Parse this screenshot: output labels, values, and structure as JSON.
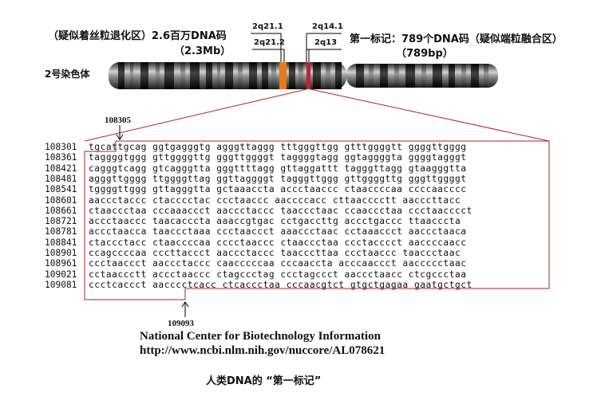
{
  "labels": {
    "left_caption_1": "（疑似着丝粒退化区）2.6百万DNA码",
    "left_caption_2": "（2.3Mb）",
    "right_caption_1": "第一标记：789个DNA码（疑似端粒融合区）",
    "right_caption_2": "（789bp）",
    "band_2q211": "2q21.1",
    "band_2q212": "2q21.2",
    "band_2q141": "2q14.1",
    "band_2q13": "2q13",
    "chromosome_label": "2号染色体",
    "start_position": "108305",
    "end_position": "109093"
  },
  "sequence": {
    "row_numbers": [
      "108301",
      "108361",
      "108421",
      "108481",
      "108541",
      "108601",
      "108661",
      "108721",
      "108781",
      "108841",
      "108901",
      "108961",
      "109021",
      "109081"
    ],
    "rows": [
      "tgcattgcag ggtgagggtg agggttaggg tttgggttgg gtttggggtt ggggttgggg",
      "taggggtggg gttggggttg gggttggggt taggggtagg ggtaggggta ggggtagggt",
      "cagggtcagg gtcagggtta gggttttagg gttaggattt tagggttagg gtaagggtta",
      "agggttgggg ttggggttag ggttaggggt tagggttggg gttggggttg gggttggggt",
      "tggggttggg gttagggtta gctaaaccta accctaaccc ctaaccccaa ccccaacccc",
      "aaccctaccc ctacccctac ccctaaccc aaccccacc cttaacccctt aacccttacc",
      "ctaaccctaa cccaaaccct aaccctaccc taaccctaac ccaaccctaa ccctaacccct",
      "accctaaccc taacacccta aaaccgtgac cctgaccttg accctgaccc ttaacccta",
      "accctaacca taaccctaaa ccctaaccct aaaccctaac cctaaaccct aaccctaaca",
      "ctaccctacc ctaaccccaa cccctaaccc ctaaccctaa ccctacccct aaccccaacc",
      "ccagccccaa cccttaccct aaccctaccc taacccttaa ccctaaccc taaccctaac",
      "ccctaaccct aaccctaccc caacccccaa cccaaccta acccaaccct aaccccctaac",
      "cctaaccctt accctaaccc ctagccctag ccctagccct aaccctaacc ctcgccctaa",
      "ccctcaccct aacccctcacc ctcaccctaa cccaacgtct gtgctgagaa gaatgctgct"
    ]
  },
  "source": {
    "org": "National Center for Biotechnology Information",
    "url": "http://www.ncbi.nlm.nih.gov/nuccore/AL078621"
  },
  "caption": "人类DNA的 “第一标记”",
  "colors": {
    "highlight_orange": "#e87a1c",
    "highlight_red": "#c0232a",
    "box_red": "#b21f2a"
  }
}
